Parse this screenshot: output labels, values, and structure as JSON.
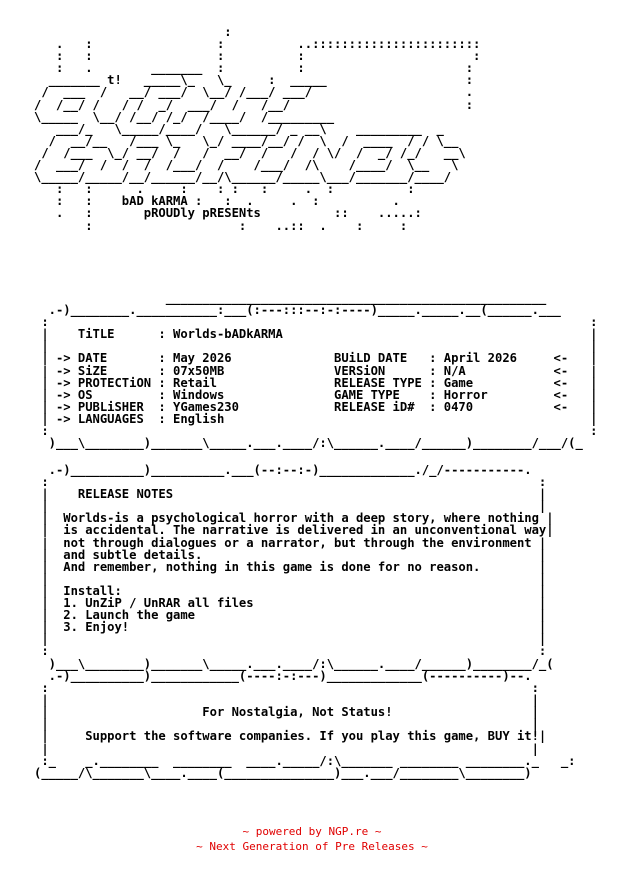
{
  "art": {
    "logo": "                          :\n   .   :                 :          ..:::::::::::::::::::::::\n   :   :                 :          :                       :\n   :   .        _______  :          :                      :\n  _______ t!   _____\\_   \\_     :  _____                   :\n /  ___  /   __/ ___/  \\__/ /___/ ___/                     .\n/  /__/ /   / /  _/  ___/  /   /__/                        :\n\\_____  \\__/ /__/ /_/  /____/  /_________                  \n   ___/_   \\_____/____/   \\______/ _ __\\    _________  _\n  /  __/__   /___ \\_   \\_/ ____/__/ /  \\  /  ____  / / \\__\n /  /___  \\_/ __/  /   /  __/  /   /  / \\/  /  _/ /_/   __\\\n/  ___/  /  /  /  /___/  /    /___/  /\\    /____/  \\__   \\\n\\_____/_____/__/______/__/\\______/_____\\___/_______/____/\n   :   :      .     :    : :   :     .  :          :\n   :   :    bAD kARMA :   :  .     .  :          .\n   .   :       pROUDly pRESENts          ::    .....:\n       :                    :    ..::  .    :     :",
    "info": "                  ____________________________________________________\n  .-)________.___________:___(:---:::--:-:----)_____._____.__(______.___\n :                                                                          :\n |    TiTLE      : Worlds-bADkARMA                                          |\n |                                                                          |\n | -> DATE       : May 2026              BUiLD DATE   : April 2026     <-   |\n | -> SiZE       : 07x50MB               VERSiON      : N/A            <-   |\n | -> PROTECTiON : Retail                RELEASE TYPE : Game           <-   |\n | -> OS         : Windows               GAME TYPE    : Horror         <-   |\n | -> PUBLiSHER  : YGames230             RELEASE iD#  : 0470           <-   |\n | -> LANGUAGES  : English                                                  |\n :                                                                          :\n  )___\\________)_______\\_____.___.____/:\\______.____/______)________/___/(_",
    "notes": "  .-)__________)__________.___(--:--:-)_____________./_/-----------.\n :                                                                   :\n |    RELEASE NOTES                                                  |\n |                                                                   |\n |  Worlds-is a psychological horror with a deep story, where nothing |\n |  is accidental. The narrative is delivered in an unconventional way|\n |  not through dialogues or a narrator, but through the environment |\n |  and subtle details.                                              |\n |  And remember, nothing in this game is done for no reason.        |\n |                                                                   |\n |  Install:                                                         |\n |  1. UnZiP / UnRAR all files                                       |\n |  2. Launch the game                                               |\n |  3. Enjoy!                                                        |\n |                                                                   |\n :                                                                   :\n  )___\\________)_______\\_____.___.____/:\\______.____/______)________/_(",
    "footer": "  .-)__________)____________(----:-:---)_____________(----------)--.\n :                                                                  :\n |                                                                  |\n |                     For Nostalgia, Not Status!                   |\n |                                                                  |\n |     Support the software companies. If you play this game, BUY it!|\n |                                                                  |\n :_    _.________  ________  ____._____/:\\_______ ________ ________._   _:\n(_____/\\_______\\____.____(_______________)___.___/________\\________)"
  },
  "labels": {
    "group": "bAD kARMA",
    "presents": "pROUDly pRESENts",
    "title": "Worlds-bADkARMA",
    "notes_heading": "RELEASE NOTES",
    "slogan": "For Nostalgia, Not Status!",
    "support": "Support the software companies. If you play this game, BUY it!"
  },
  "release_info": {
    "TiTLE": "Worlds-bADkARMA",
    "DATE": "May 2026",
    "SiZE": "07x50MB",
    "PROTECTiON": "Retail",
    "OS": "Windows",
    "PUBLiSHER": "YGames230",
    "LANGUAGES": "English",
    "BUiLD DATE": "April 2026",
    "VERSiON": "N/A",
    "RELEASE TYPE": "Game",
    "GAME TYPE": "Horror",
    "RELEASE iD#": "0470"
  },
  "install_steps": [
    "1. UnZiP / UnRAR all files",
    "2. Launch the game",
    "3. Enjoy!"
  ],
  "credits": {
    "line1": "~ powered by NGP.re ~",
    "line2": "~ Next Generation of Pre Releases ~"
  },
  "colors": {
    "text": "#000000",
    "credit": "#e00000",
    "background": "#ffffff"
  }
}
